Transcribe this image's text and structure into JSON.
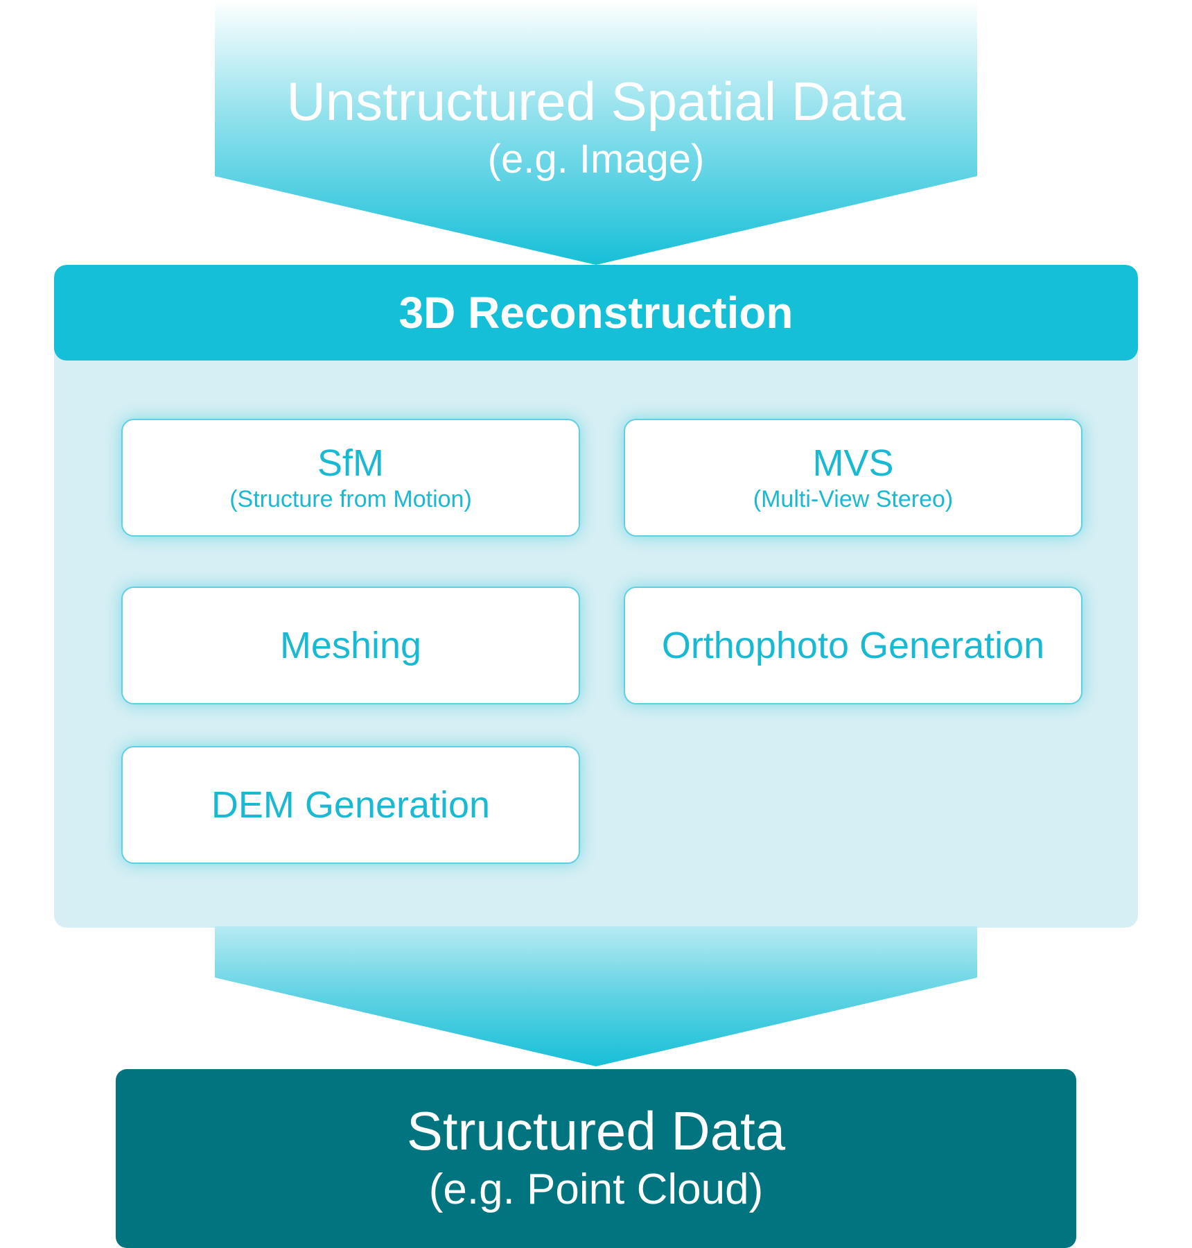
{
  "input": {
    "title": "Unstructured Spatial Data",
    "subtitle": "(e.g. Image)"
  },
  "process": {
    "header": "3D Reconstruction",
    "steps": [
      {
        "title": "SfM",
        "subtitle": "(Structure from Motion)"
      },
      {
        "title": "MVS",
        "subtitle": "(Multi-View Stereo)"
      },
      {
        "title": "Meshing",
        "subtitle": ""
      },
      {
        "title": "Orthophoto Generation",
        "subtitle": ""
      },
      {
        "title": "DEM Generation",
        "subtitle": ""
      }
    ]
  },
  "output": {
    "title": "Structured Data",
    "subtitle": "(e.g. Point Cloud)"
  },
  "colors": {
    "accent": "#16bfd8",
    "panel_bg": "#d6eff4",
    "card_text": "#1ab9d3",
    "output_bg": "#00747f"
  }
}
